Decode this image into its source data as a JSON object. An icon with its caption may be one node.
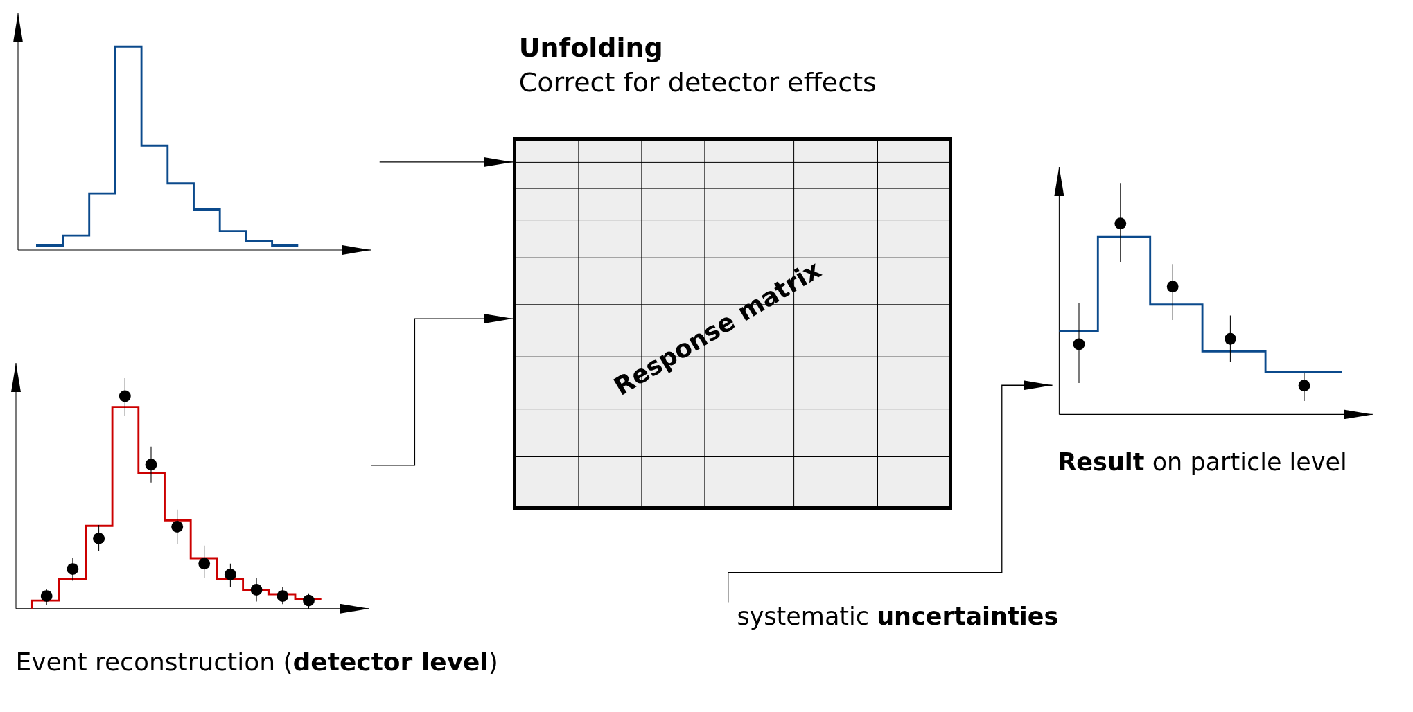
{
  "diagram": {
    "nodes": [
      {
        "text": [],
        "shape": "picture"
      },
      {
        "text": [],
        "shape": "picture",
        "beside": [
          "Event reconstruction (**detector level**)"
        ]
      },
      {
        "text": [
          "Unfolding",
          "Correct for detector effects",
          "Response matrix"
        ]
      },
      {
        "text": [
          "systematic **uncertainties**"
        ]
      },
      {
        "text": [],
        "shape": "picture",
        "beside": [
          "**Result** on particle level"
        ]
      }
    ],
    "edges": [
      {
        "from": 0,
        "to": 2,
        "arrow": "to"
      },
      {
        "from": 1,
        "to": 2,
        "arrow": "to"
      },
      {
        "from": 3,
        "to": 4,
        "arrow": "to"
      }
    ]
  }
}
